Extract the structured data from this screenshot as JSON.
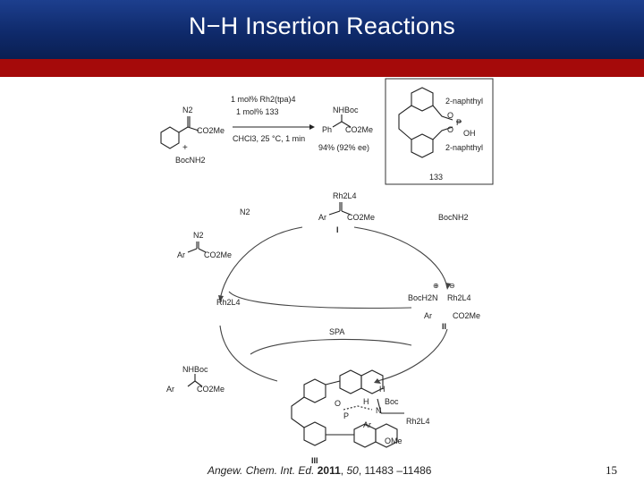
{
  "slide": {
    "title": "N−H Insertion Reactions",
    "page_number": "15",
    "citation": {
      "journal": "Angew. Chem. Int. Ed.",
      "year": "2011",
      "volume": "50",
      "pages": "11483 –11486"
    }
  },
  "scheme": {
    "reagent_nitrogen": "N2",
    "ester": "CO2Me",
    "plus": "+",
    "amine_reagent": "BocNH2",
    "condition_1": "1 mol% Rh2(tpa)4",
    "condition_2": "1 mol% 133",
    "condition_3": "CHCl3, 25 °C, 1 min",
    "product_nhboc": "NHBoc",
    "product_ph": "Ph",
    "product_ester": "CO2Me",
    "yield": "94% (92% ee)",
    "catalyst_aryl_top": "2-naphthyl",
    "catalyst_aryl_bottom": "2-naphthyl",
    "catalyst_o": "O",
    "catalyst_p": "P",
    "catalyst_oh": "OH",
    "catalyst_number": "133",
    "cycle_carbene_rh": "Rh2L4",
    "cycle_carbene_ar": "Ar",
    "cycle_carbene_ester": "CO2Me",
    "cycle_label_I": "I",
    "cycle_n2_out": "N2",
    "cycle_diazo_n2": "N2",
    "cycle_diazo_ar": "Ar",
    "cycle_diazo_ester": "CO2Me",
    "cycle_boc_in": "BocNH2",
    "cycle_ylide_plus": "⊕",
    "cycle_ylide_minus": "⊖",
    "cycle_ylide_n": "BocH2N",
    "cycle_ylide_rh": "Rh2L4",
    "cycle_ylide_ar": "Ar",
    "cycle_ylide_ester": "CO2Me",
    "cycle_label_II": "II",
    "cycle_rh_cat": "Rh2L4",
    "cycle_spa": "SPA",
    "cycle_product_nhboc": "NHBoc",
    "cycle_product_ar": "Ar",
    "cycle_product_ester": "CO2Me",
    "ts_h1": "H",
    "ts_boc": "Boc",
    "ts_h2": "H",
    "ts_n": "N",
    "ts_rh": "Rh2L4",
    "ts_ome": "OMe",
    "ts_ar": "Ar",
    "ts_o": "O",
    "ts_p": "P",
    "ts_label_III": "III"
  }
}
